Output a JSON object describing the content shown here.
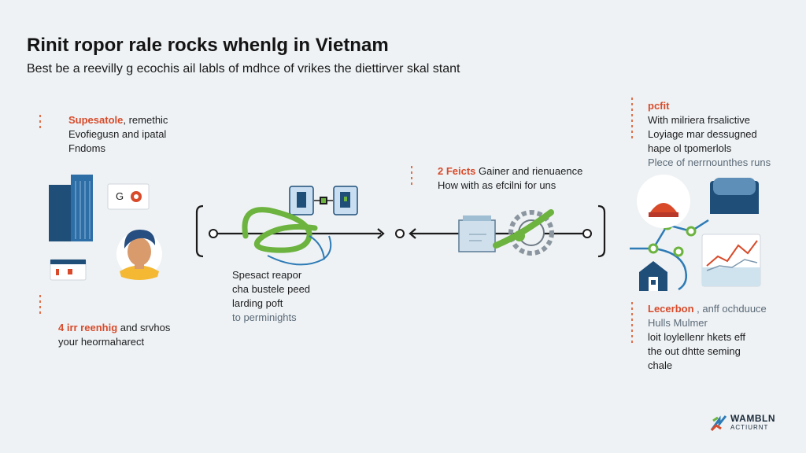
{
  "header": {
    "title": "Rinit ropor rale rocks whenlg in Vietnam",
    "subtitle": "Best be a reevilly g ecochis ail labls of mdhce of vrikes the diettirver skal stant"
  },
  "callouts": {
    "top_left": {
      "highlight": "Supesatole",
      "rest": ", remethic",
      "line2": "Evofiegusn and ipatal",
      "line3": "Fndoms"
    },
    "bottom_left": {
      "highlight": "4 irr reenhig",
      "rest": " and srvhos",
      "line2": "your heormaharect"
    },
    "center_bottom": {
      "line1": "Spesact reapor",
      "line2": "cha bustele peed",
      "line3": "larding poft",
      "line4": "to perminights"
    },
    "center_top": {
      "highlight": "2 Feicts",
      "rest": " Gainer and rienuaence",
      "line2": "How with as efcilni for uns"
    },
    "top_right": {
      "highlight": "pcfit",
      "line2": "With milriera frsalictive",
      "line3": "Loyiage mar dessugned",
      "line4": "hape ol tpomerlols",
      "line5": "Plece of nerrnounthes runs"
    },
    "bottom_right": {
      "highlight": "Lecerbon",
      "rest": " , anff ochduuce",
      "line2": "Hulls Mulmer",
      "line3": "loit loylellenr hkets eff",
      "line4": "the out dhtte seming",
      "line5": "chale"
    }
  },
  "icons": {
    "card_left_text": "G",
    "building": "building-icon",
    "person": "person-avatar-icon",
    "id_card": "id-card-icon",
    "devices": "devices-icon",
    "box": "package-icon",
    "gear": "gear-icon",
    "mushroom": "lamp-icon",
    "sofa": "sofa-icon",
    "house": "house-icon",
    "chart": "line-chart-icon"
  },
  "colors": {
    "accent_red": "#d84a2a",
    "navy": "#1f4e79",
    "green": "#6cb33f",
    "teal": "#2e7bb6",
    "line": "#1b1b1b"
  },
  "logo": {
    "line1": "WAMBLN",
    "line2": "ACTIURNT"
  }
}
